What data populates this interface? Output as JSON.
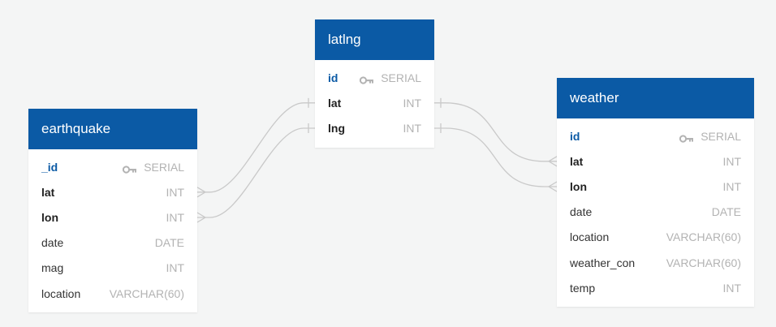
{
  "colors": {
    "header_bg": "#0b5aa5",
    "pk_text": "#0b5aa5",
    "connector": "#c9c9c9",
    "background": "#f4f5f5"
  },
  "tables": [
    {
      "id": "earthquake",
      "name": "earthquake",
      "columns": [
        {
          "name": "_id",
          "type": "SERIAL",
          "pk": true,
          "rel": false
        },
        {
          "name": "lat",
          "type": "INT",
          "pk": false,
          "rel": true
        },
        {
          "name": "lon",
          "type": "INT",
          "pk": false,
          "rel": true
        },
        {
          "name": "date",
          "type": "DATE",
          "pk": false,
          "rel": false
        },
        {
          "name": "mag",
          "type": "INT",
          "pk": false,
          "rel": false
        },
        {
          "name": "location",
          "type": "VARCHAR(60)",
          "pk": false,
          "rel": false
        }
      ]
    },
    {
      "id": "latlng",
      "name": "latlng",
      "columns": [
        {
          "name": "id",
          "type": "SERIAL",
          "pk": true,
          "rel": false
        },
        {
          "name": "lat",
          "type": "INT",
          "pk": false,
          "rel": true
        },
        {
          "name": "lng",
          "type": "INT",
          "pk": false,
          "rel": true
        }
      ]
    },
    {
      "id": "weather",
      "name": "weather",
      "columns": [
        {
          "name": "id",
          "type": "SERIAL",
          "pk": true,
          "rel": false
        },
        {
          "name": "lat",
          "type": "INT",
          "pk": false,
          "rel": true
        },
        {
          "name": "lon",
          "type": "INT",
          "pk": false,
          "rel": true
        },
        {
          "name": "date",
          "type": "DATE",
          "pk": false,
          "rel": false
        },
        {
          "name": "location",
          "type": "VARCHAR(60)",
          "pk": false,
          "rel": false
        },
        {
          "name": "weather_con",
          "type": "VARCHAR(60)",
          "pk": false,
          "rel": false
        },
        {
          "name": "temp",
          "type": "INT",
          "pk": false,
          "rel": false
        }
      ]
    }
  ],
  "relationships": [
    {
      "from": "earthquake.lat",
      "to": "latlng.lat"
    },
    {
      "from": "earthquake.lon",
      "to": "latlng.lng"
    },
    {
      "from": "weather.lat",
      "to": "latlng.lat"
    },
    {
      "from": "weather.lon",
      "to": "latlng.lng"
    }
  ]
}
